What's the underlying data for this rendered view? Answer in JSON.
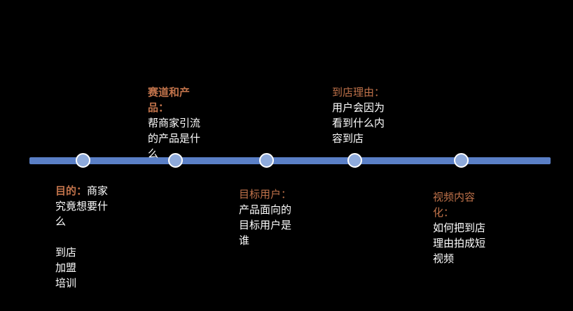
{
  "colors": {
    "background": "#000000",
    "timeline": "#5a7fc6",
    "node_fill": "#8eaadb",
    "title_accent": "#c0724a",
    "text": "#ffffff"
  },
  "stages": [
    {
      "title": "目的：",
      "text": "商家究竟想要什么",
      "extra": [
        "到店",
        "加盟",
        "培训"
      ]
    },
    {
      "title_lines": [
        "赛道和产",
        "品："
      ],
      "text_lines": [
        "帮商家引流",
        "的产品是什",
        "么"
      ]
    },
    {
      "title": "目标用户：",
      "text_lines": [
        "产品面向的",
        "目标用户是",
        "谁"
      ]
    },
    {
      "title": "到店理由：",
      "text_lines": [
        "用户会因为",
        "看到什么内",
        "容到店"
      ]
    },
    {
      "title_lines": [
        "视频内容",
        "化："
      ],
      "text_lines": [
        "如何把到店",
        "理由拍成短",
        "视频"
      ]
    }
  ]
}
